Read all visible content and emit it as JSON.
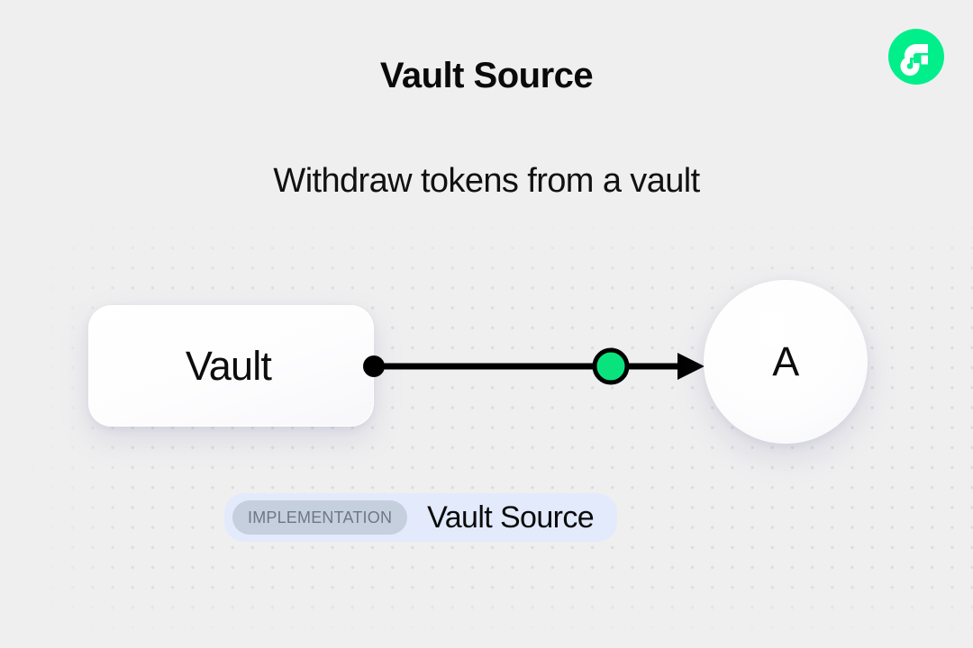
{
  "header": {
    "title": "Vault Source",
    "subtitle": "Withdraw tokens from a vault",
    "logo_icon": "flow-logo-icon",
    "logo_color": "#00ef8b"
  },
  "diagram": {
    "source_node": {
      "label": "Vault",
      "shape": "rounded-rectangle",
      "port_icon": "output-port-dot",
      "port_color": "#000000"
    },
    "target_node": {
      "label": "A",
      "shape": "circle"
    },
    "edge": {
      "marker_icon": "edge-midpoint-dot",
      "marker_color": "#0ae37d",
      "arrow_icon": "arrow-right-icon",
      "line_color": "#000000"
    }
  },
  "badge": {
    "tag_label": "IMPLEMENTATION",
    "name": "Vault Source",
    "background_color": "#e2eafb",
    "tag_background_color": "#c6cfde",
    "tag_text_color": "#6f7784"
  },
  "background": {
    "color": "#efeff0",
    "dot_color": "#dcdcdd"
  }
}
